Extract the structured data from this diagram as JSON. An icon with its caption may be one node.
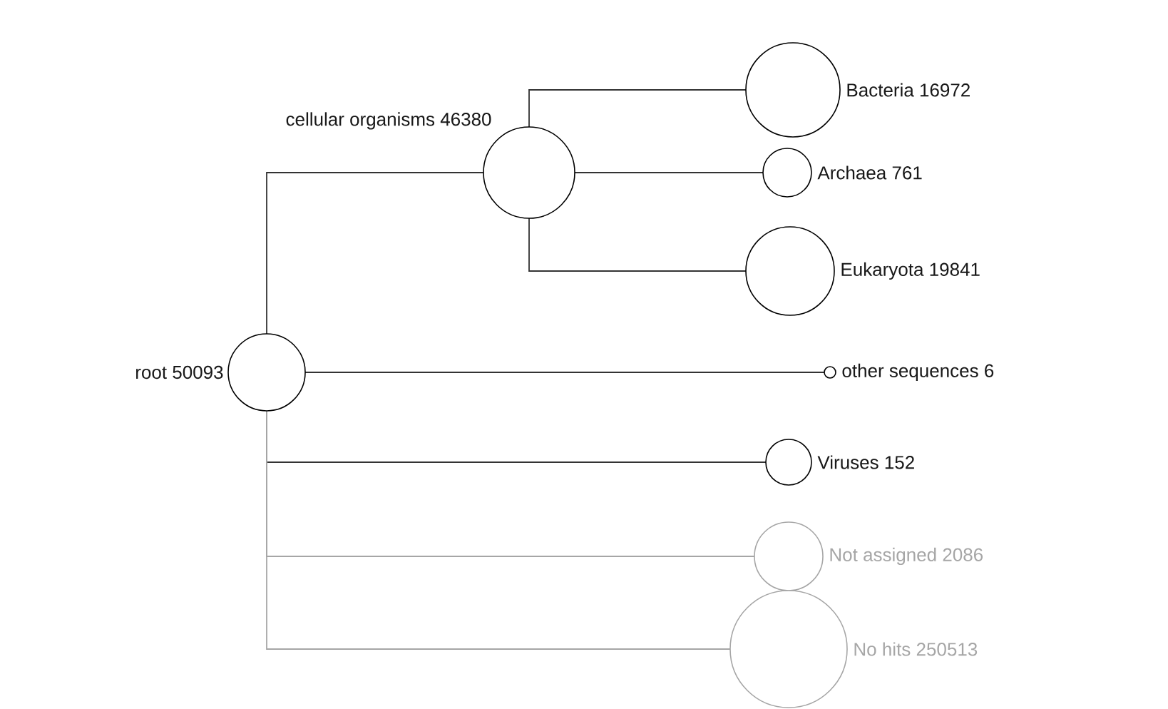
{
  "diagram": {
    "nodes": [
      {
        "text": [],
        "shape": "circle",
        "beside": [
          "root 50093"
        ]
      },
      {
        "text": [],
        "shape": "circle",
        "beside": [
          "cellular organisms 46380"
        ]
      },
      {
        "text": [],
        "shape": "circle",
        "beside": [
          "Bacteria 16972"
        ]
      },
      {
        "text": [],
        "shape": "circle",
        "beside": [
          "Archaea 761"
        ]
      },
      {
        "text": [],
        "shape": "circle",
        "beside": [
          "Eukaryota 19841"
        ]
      },
      {
        "text": [],
        "shape": "circle",
        "beside": [
          "other sequences 6"
        ]
      },
      {
        "text": [],
        "shape": "circle",
        "beside": [
          "Viruses 152"
        ]
      },
      {
        "text": [],
        "shape": "circle",
        "beside": [
          "Not assigned 2086"
        ]
      },
      {
        "text": [],
        "shape": "circle",
        "beside": [
          "No hits 250513"
        ]
      }
    ],
    "edges": [
      {
        "from": 0,
        "to": 1,
        "arrow": "none"
      },
      {
        "from": 1,
        "to": 2,
        "arrow": "none"
      },
      {
        "from": 1,
        "to": 3,
        "arrow": "none"
      },
      {
        "from": 1,
        "to": 4,
        "arrow": "none"
      },
      {
        "from": 0,
        "to": 5,
        "arrow": "none"
      },
      {
        "from": 0,
        "to": 6,
        "arrow": "none"
      },
      {
        "from": 0,
        "to": 7,
        "arrow": "none",
        "color": "#a6a6a6"
      },
      {
        "from": 0,
        "to": 8,
        "arrow": "none",
        "color": "#a6a6a6"
      }
    ]
  }
}
